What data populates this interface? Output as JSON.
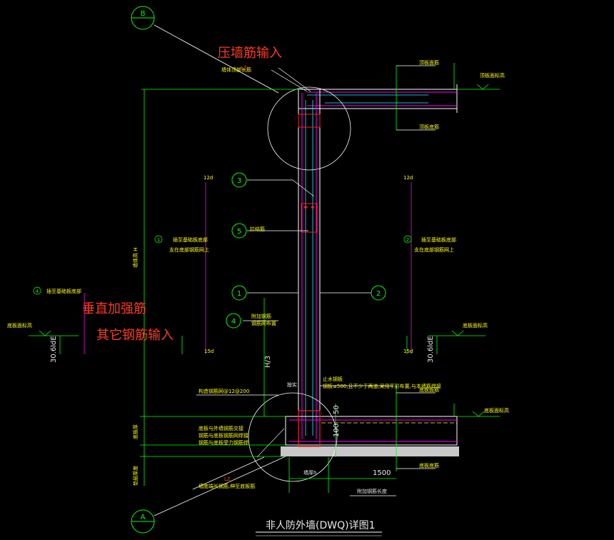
{
  "title": "非人防外墙(DWQ)详图1",
  "axes": {
    "top": "B",
    "bottom": "A"
  },
  "captions": {
    "top_rebar": "压墙筋输入",
    "vertical_rebar": "垂直加强筋",
    "other_rebar": "其它钢筋输入"
  },
  "notes": {
    "top_left_a": "顶板面标高",
    "top_left_b": "墙体顶部长筋",
    "top_right_a": "顶板面筋",
    "top_right_b": "顶板面标高",
    "top_right_c": "顶板底筋",
    "wall_height": "墙体高 H",
    "left_note1": "插至基础板底部",
    "left_note2": "支在底部钢筋网上",
    "right_note1": "插至基础板底部",
    "right_note2": "支在底部钢筋网上",
    "tie_bar": "拉结筋",
    "add_rebar1": "附加钢筋",
    "add_rebar2": "钢筋网布置",
    "left_elev": "底板面标高",
    "left_ground": "插至基础板底部",
    "right_elev": "底板面标高",
    "la_left": "30.6ldE",
    "la_right": "30.6ldE",
    "d12_left": "12d",
    "d12_right": "12d",
    "d15_left": "15d",
    "d15_right": "15d",
    "h3": "H/3",
    "anchor": "按实",
    "waterstop": "止水钢板",
    "waterstop_note": "钢板≤500,且不少于两道,采用平形布置,与本墙筋焊接",
    "base_face": "底板面筋",
    "base_elev": "底板面标高",
    "base_bottom": "底板底筋",
    "dim_50": "50",
    "dim_100": "100",
    "dim_1500": "1500",
    "wall_hw": "墙厚h",
    "add_length": "附加钢筋长度",
    "base_label": "底板厚",
    "cushion": "垫层厚度",
    "stirrup_note": "构造钢筋网@12@200",
    "base_note1": "底板与外墙钢筋交接",
    "base_note2": "钢筋与底板钢筋网焊接",
    "base_note3": "钢筋与底板受力钢筋焊",
    "bottom_note": "墙底端长钢筋,伸至底板筋",
    "red_mark_top": "LZ",
    "red_mark_bottom": "LZ"
  },
  "markers": [
    "1",
    "2",
    "3",
    "4",
    "5"
  ],
  "left_markers": {
    "left1": "1",
    "right2": "2",
    "side4": "4"
  },
  "colors": {
    "background": "#000000",
    "wall": "#ff00ff",
    "concrete": "#c8c8c8",
    "dims": "#00ff00",
    "text": "#ffff00",
    "annotation": "#ff3b20",
    "rebar_red": "#ff2020",
    "outline": "#ffffff"
  }
}
